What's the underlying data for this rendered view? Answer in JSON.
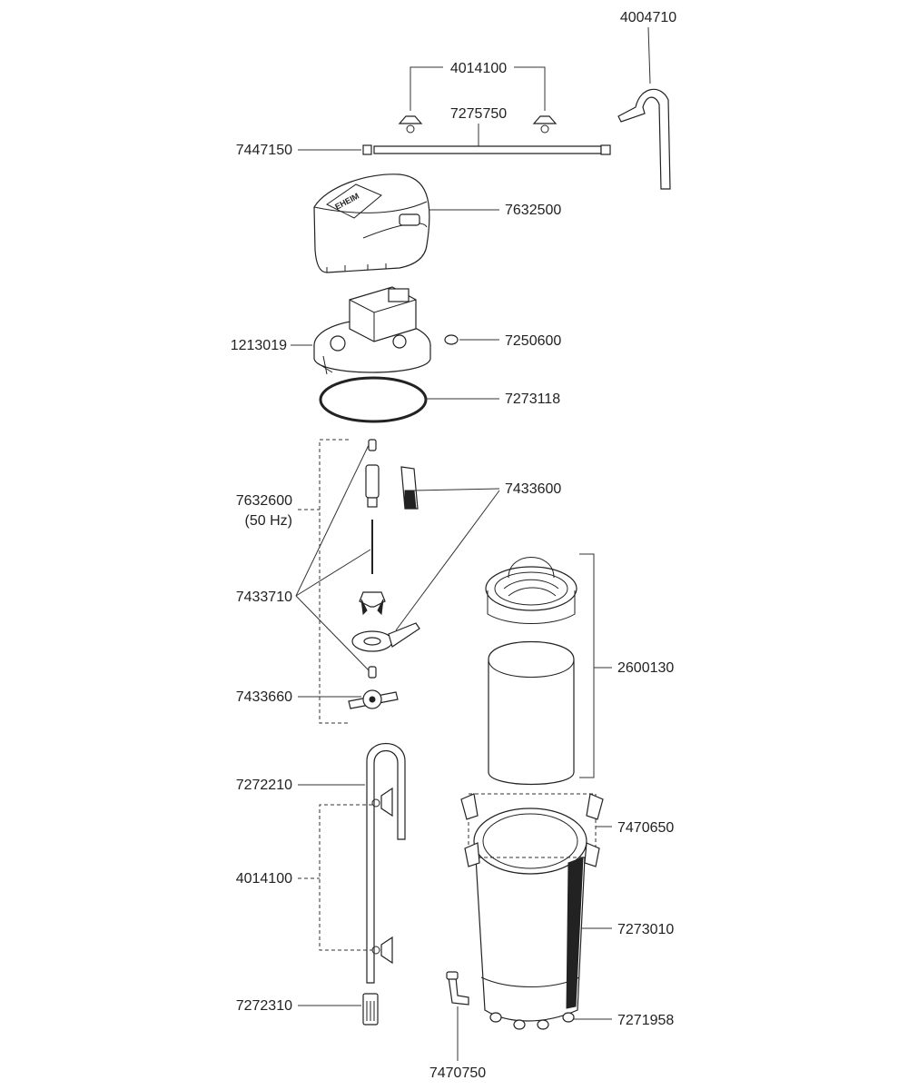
{
  "labels": {
    "l4004710": "4004710",
    "l4014100_top": "4014100",
    "l7275750": "7275750",
    "l7447150": "7447150",
    "l7632500": "7632500",
    "l1213019": "1213019",
    "l7250600": "7250600",
    "l7273118": "7273118",
    "l7632600": "7632600",
    "l50hz": "(50 Hz)",
    "l7433600": "7433600",
    "l7433710": "7433710",
    "l2600130": "2600130",
    "l7433660": "7433660",
    "l7272210": "7272210",
    "l7470650": "7470650",
    "l4014100_bottom": "4014100",
    "l7273010": "7273010",
    "l7272310": "7272310",
    "l7271958": "7271958",
    "l7470750": "7470750"
  },
  "logo_text": "EHEIM",
  "colors": {
    "line": "#333333",
    "part_fill": "#ffffff",
    "dark": "#222222",
    "text": "#222222"
  }
}
